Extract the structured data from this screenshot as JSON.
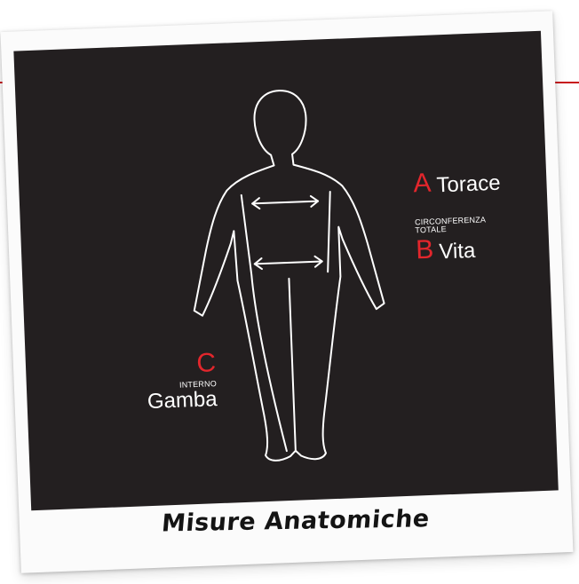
{
  "labels": {
    "a": {
      "letter": "A",
      "word": "Torace"
    },
    "b": {
      "note_line1": "CIRCONFERENZA",
      "note_line2": "TOTALE",
      "letter": "B",
      "word": "Vita"
    },
    "c": {
      "letter": "C",
      "note": "INTERNO",
      "word": "Gamba"
    }
  },
  "caption": "Misure Anatomiche",
  "colors": {
    "background": "#231f20",
    "accent": "#e3262c",
    "line": "#ffffff",
    "frame": "#fbfbfb"
  }
}
